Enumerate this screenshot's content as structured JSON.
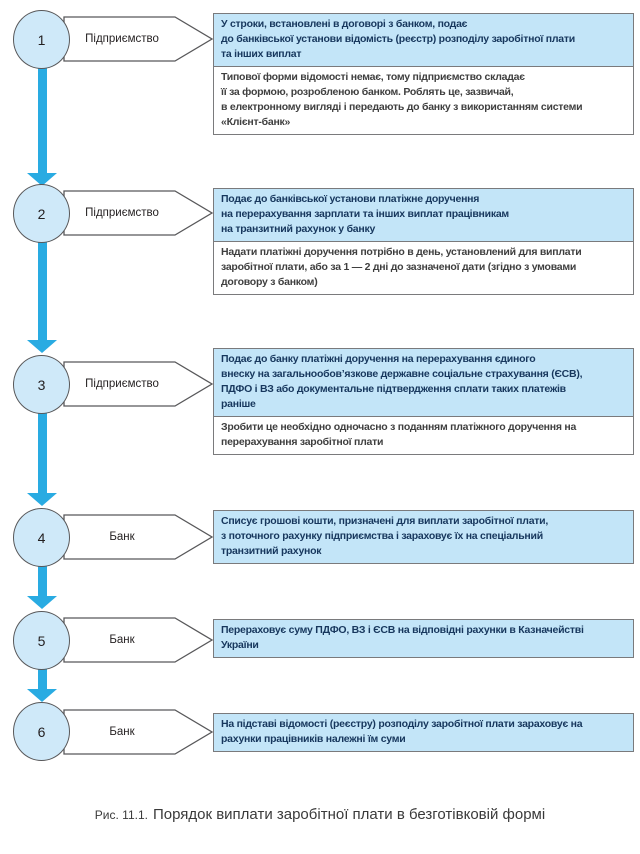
{
  "figure": {
    "caption_prefix": "Рис. 11.1.",
    "caption_text": "Порядок виплати заробітної плати в безготівковій формі"
  },
  "colors": {
    "arrow": "#29abe2",
    "circle_fill": "#cfe9f9",
    "action_fill": "#c3e5f8",
    "action_text": "#17375d",
    "note_text": "#3f3f3f",
    "border": "#58585a"
  },
  "steps": [
    {
      "number": "1",
      "actor": "Підприємство",
      "action": "У строки, встановлені в договорі з банком, подає\nдо банківської установи відомість (реєстр) розподілу заробітної плати\nта інших виплат",
      "note": "Типової форми відомості немає, тому підприємство складає\nїї за формою, розробленою банком. Роблять це, зазвичай,\nв електронному вигляді і передають до банку з використанням системи\n«Клієнт-банк»"
    },
    {
      "number": "2",
      "actor": "Підприємство",
      "action": "Подає до банківської установи платіжне доручення\nна перерахування зарплати та інших виплат працівникам\nна транзитний рахунок у банку",
      "note": "Надати платіжні доручення потрібно в день, установлений для виплати\nзаробітної плати, або за 1 — 2 дні до зазначеної дати (згідно з умовами\nдоговору з банком)"
    },
    {
      "number": "3",
      "actor": "Підприємство",
      "action": "Подає до банку платіжні доручення на перерахування єдиного\nвнеску на загальнообов’язкове державне соціальне страхування (ЄСВ),\nПДФО і ВЗ або документальне підтвердження сплати таких платежів\nраніше",
      "note": "Зробити це необхідно одночасно з поданням платіжного доручення на\nперерахування заробітної плати"
    },
    {
      "number": "4",
      "actor": "Банк",
      "action": "Списує грошові кошти, призначені для виплати заробітної плати,\nз поточного рахунку підприємства і зараховує їх на спеціальний\nтранзитний рахунок"
    },
    {
      "number": "5",
      "actor": "Банк",
      "action": "Перераховує суму ПДФО, ВЗ і ЄСВ на відповідні рахунки в Казначействі\nУкраїни"
    },
    {
      "number": "6",
      "actor": "Банк",
      "action": "На підставі відомості (реєстру) розподілу заробітної плати зараховує на\nрахунки працівників належні їм суми"
    }
  ]
}
